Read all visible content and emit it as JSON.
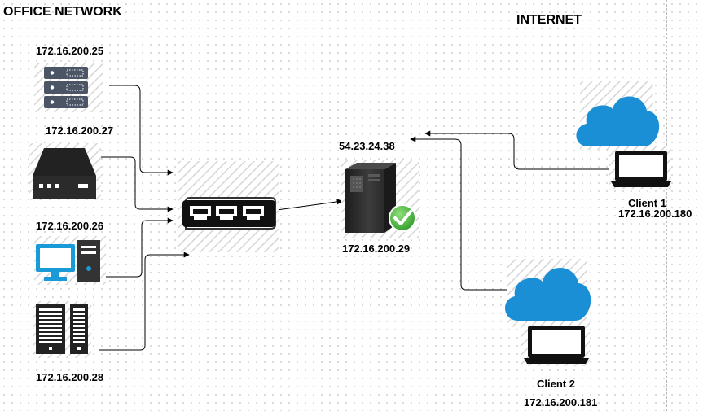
{
  "titles": {
    "office": "OFFICE NETWORK",
    "internet": "INTERNET"
  },
  "devices": {
    "server_rack": {
      "ip": "172.16.200.25",
      "icon": "server-rack-icon"
    },
    "router": {
      "ip": "172.16.200.27",
      "icon": "router-icon"
    },
    "workstation": {
      "ip": "172.16.200.26",
      "icon": "desktop-computer-icon"
    },
    "tower_servers": {
      "ip": "172.16.200.28",
      "icon": "tower-server-icon"
    },
    "switch": {
      "icon": "network-switch-icon"
    },
    "main_server": {
      "public_ip": "54.23.24.38",
      "ip": "172.16.200.29",
      "icon": "server-tower-icon",
      "status_icon": "checkmark-icon"
    }
  },
  "clients": [
    {
      "name": "Client 1",
      "ip": "172.16.200.180",
      "icons": [
        "cloud-icon",
        "laptop-icon"
      ]
    },
    {
      "name": "Client 2",
      "ip": "172.16.200.181",
      "icons": [
        "cloud-icon",
        "laptop-icon"
      ]
    }
  ],
  "colors": {
    "cloud": "#1a8fd6",
    "monitor": "#1a9ad6",
    "device_dark": "#222222",
    "server_slate": "#4c5566",
    "check": "#3aa832"
  }
}
